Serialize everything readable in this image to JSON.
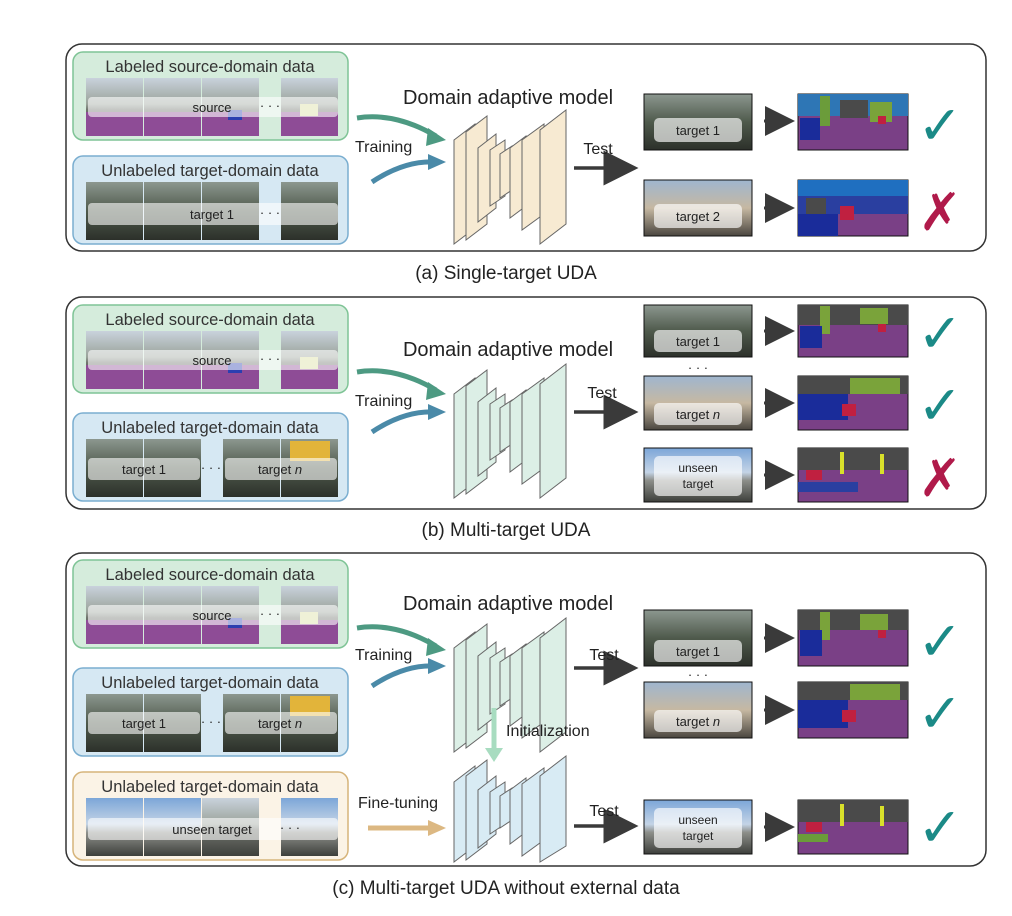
{
  "panel_a": {
    "caption": "(a) Single-target UDA",
    "source_box_label": "Labeled source-domain data",
    "source_overlay": "source",
    "target_box_label": "Unlabeled target-domain data",
    "target_overlay": "target 1",
    "ellipsis": "· · ·",
    "model_title": "Domain adaptive model",
    "training_label": "Training",
    "test_label": "Test",
    "test_rows": [
      {
        "label": "target 1",
        "result": "check"
      },
      {
        "label": "target 2",
        "result": "cross"
      }
    ]
  },
  "panel_b": {
    "caption": "(b) Multi-target UDA",
    "source_box_label": "Labeled source-domain data",
    "source_overlay": "source",
    "target_box_label": "Unlabeled target-domain data",
    "target_overlay_1": "target 1",
    "target_overlay_n": "target n",
    "ellipsis": "· · ·",
    "vertical_dots": "· · ·",
    "model_title": "Domain adaptive model",
    "training_label": "Training",
    "test_label": "Test",
    "test_rows": [
      {
        "label": "target 1",
        "result": "check"
      },
      {
        "label": "target n",
        "result": "check"
      },
      {
        "label_line1": "unseen",
        "label_line2": "target",
        "result": "cross"
      }
    ]
  },
  "panel_c": {
    "caption": "(c) Multi-target UDA without external data",
    "source_box_label": "Labeled source-domain data",
    "source_overlay": "source",
    "target_box_label": "Unlabeled target-domain data",
    "target_overlay_1": "target 1",
    "target_overlay_n": "target n",
    "unseen_box_label": "Unlabeled target-domain data",
    "unseen_overlay": "unseen target",
    "ellipsis": "· · ·",
    "vertical_dots": "· · ·",
    "model_title": "Domain adaptive model",
    "training_label": "Training",
    "test_label": "Test",
    "initialization_label": "Initialization",
    "finetuning_label": "Fine-tuning",
    "test_label_2": "Test",
    "test_rows": [
      {
        "label": "target 1",
        "result": "check"
      },
      {
        "label": "target n",
        "result": "check"
      },
      {
        "label_line1": "unseen",
        "label_line2": "target",
        "result": "check"
      }
    ]
  },
  "marks": {
    "check": "✓",
    "cross": "✗"
  },
  "colors": {
    "source_fill": "#d5ecdc",
    "source_stroke": "#7fc496",
    "target_fill": "#d6e8f3",
    "target_stroke": "#7aaed0",
    "unseen_fill": "#fbf3e6",
    "unseen_stroke": "#d6b47a",
    "model_a": "#f7ead2",
    "model_b": "#dcefe6",
    "model_c2": "#d8ebf4",
    "arrow_green": "#4d9a82",
    "arrow_blue": "#4a8aa8",
    "arrow_tan": "#dcb882",
    "arrow_init": "#a8dcc0",
    "check": "#1b8a87",
    "cross": "#b01a4a"
  }
}
